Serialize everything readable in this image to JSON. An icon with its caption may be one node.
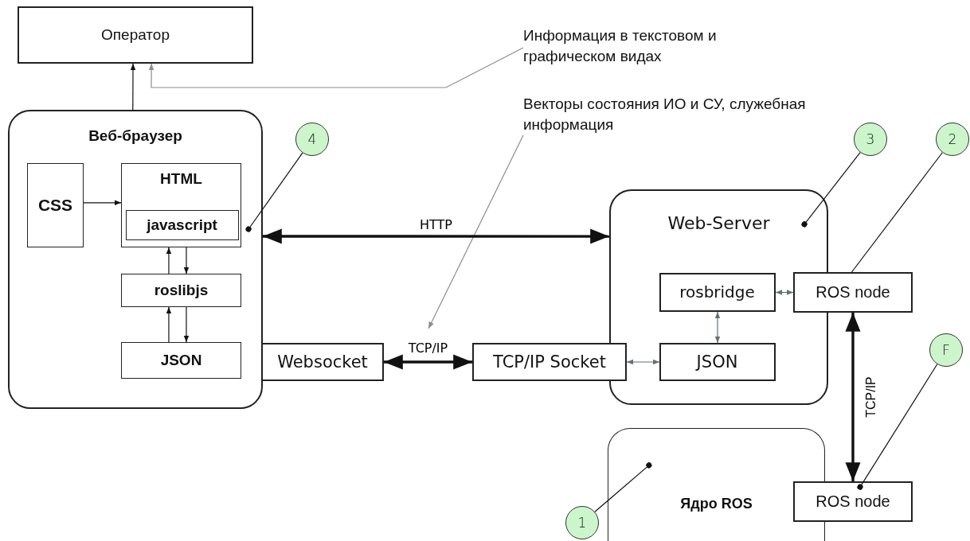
{
  "diagram": {
    "nodes": [
      {
        "text": [
          "Оператор"
        ]
      },
      {
        "text": [
          "Веб-браузер"
        ]
      },
      {
        "text": [
          "CSS"
        ],
        "in": 1
      },
      {
        "text": [
          "HTML"
        ],
        "in": 1
      },
      {
        "text": [
          "javascript"
        ],
        "in": 3
      },
      {
        "text": [
          "roslibjs"
        ],
        "in": 1
      },
      {
        "text": [
          "JSON"
        ],
        "in": 1
      },
      {
        "text": [
          "Websocket"
        ]
      },
      {
        "text": [
          "Web-Server"
        ]
      },
      {
        "text": [
          "rosbridge"
        ],
        "in": 8
      },
      {
        "text": [
          "TCP/IP Socket"
        ]
      },
      {
        "text": [
          "JSON"
        ],
        "in": 8
      },
      {
        "text": [
          "ROS node"
        ]
      },
      {
        "text": [
          "Ядро ROS"
        ]
      },
      {
        "text": [
          "ROS node"
        ]
      },
      {
        "text": [
          "Информация в текстовом и графическом видах"
        ]
      },
      {
        "text": [
          "Векторы состояния ИО и СУ, служебная информация"
        ]
      },
      {
        "text": [
          "4"
        ]
      },
      {
        "text": [
          "3"
        ]
      },
      {
        "text": [
          "2"
        ]
      },
      {
        "text": [
          "F"
        ]
      },
      {
        "text": [
          "1"
        ]
      }
    ],
    "edges": [
      {
        "from": 1,
        "to": 0,
        "arrow": "to"
      },
      {
        "from": 15,
        "to": 0,
        "arrow": "to",
        "color": "#8c8c8c"
      },
      {
        "from": 16,
        "to": null,
        "arrow": "to",
        "color": "#8c8c8c"
      },
      {
        "from": 2,
        "to": 3,
        "arrow": "to"
      },
      {
        "from": 5,
        "to": 3,
        "arrow": "to"
      },
      {
        "from": 3,
        "to": 5,
        "arrow": "to"
      },
      {
        "from": 6,
        "to": 5,
        "arrow": "to"
      },
      {
        "from": 5,
        "to": 6,
        "arrow": "to"
      },
      {
        "from": 1,
        "to": 8,
        "arrow": "both",
        "label": "HTTP",
        "style": "thick"
      },
      {
        "from": 7,
        "to": 10,
        "arrow": "both",
        "label": "TCP/IP",
        "style": "thick"
      },
      {
        "from": 10,
        "to": 11,
        "arrow": "both",
        "color": "#5f7373"
      },
      {
        "from": 9,
        "to": 11,
        "arrow": "both",
        "color": "#5f7373"
      },
      {
        "from": 9,
        "to": 12,
        "arrow": "both",
        "color": "#5f7373"
      },
      {
        "from": 12,
        "to": 14,
        "arrow": "both",
        "label": "TCP/IP",
        "style": "thick"
      },
      {
        "from": 17,
        "to": 1,
        "arrow": "other"
      },
      {
        "from": 18,
        "to": 8,
        "arrow": "other"
      },
      {
        "from": 19,
        "to": 12,
        "arrow": "none"
      },
      {
        "from": 20,
        "to": 14,
        "arrow": "other"
      },
      {
        "from": 21,
        "to": 13,
        "arrow": "other"
      }
    ]
  }
}
